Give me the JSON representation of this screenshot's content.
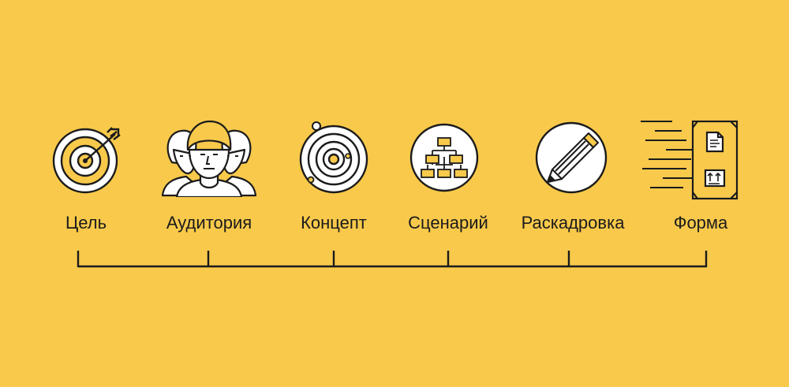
{
  "colors": {
    "background": "#F8C94B",
    "ink": "#1b1b1b",
    "accent": "#F8C94B",
    "fill": "#ffffff"
  },
  "steps": [
    {
      "label": "Цель",
      "icon": "target-icon"
    },
    {
      "label": "Аудитория",
      "icon": "audience-icon"
    },
    {
      "label": "Концепт",
      "icon": "orbit-icon"
    },
    {
      "label": "Сценарий",
      "icon": "flowchart-icon"
    },
    {
      "label": "Раскадровка",
      "icon": "pencil-icon"
    },
    {
      "label": "Форма",
      "icon": "package-icon"
    }
  ]
}
